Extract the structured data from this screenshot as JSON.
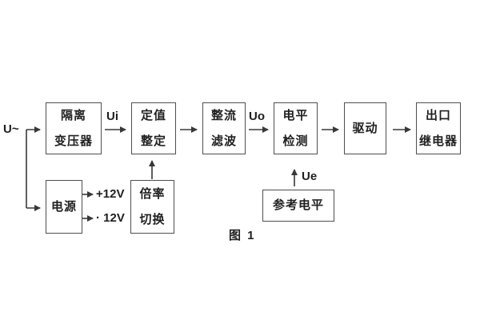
{
  "figure_caption": "图 1",
  "signal_labels": {
    "input": "U~",
    "after_transformer": "Ui",
    "after_filter": "Uo",
    "reference": "Ue",
    "supply_positive": "+12V",
    "supply_negative": "· 12V"
  },
  "blocks": [
    {
      "name": "isolation-transformer",
      "lines": [
        "隔离",
        "变压器"
      ]
    },
    {
      "name": "setting-adjust",
      "lines": [
        "定值",
        "整定"
      ]
    },
    {
      "name": "rectifier-filter",
      "lines": [
        "整流",
        "滤波"
      ]
    },
    {
      "name": "level-detect",
      "lines": [
        "电平",
        "检测"
      ]
    },
    {
      "name": "driver",
      "lines": [
        "驱动"
      ]
    },
    {
      "name": "output-relay",
      "lines": [
        "出口",
        "继电器"
      ]
    },
    {
      "name": "power-supply",
      "lines": [
        "电源"
      ]
    },
    {
      "name": "ratio-switch",
      "lines": [
        "倍率",
        "切换"
      ]
    },
    {
      "name": "reference-level",
      "lines": [
        "参考电平"
      ]
    }
  ],
  "colors": {
    "background": "#ffffff",
    "box_border": "#4f4f4f",
    "text": "#1f1f1f",
    "line": "#383838"
  }
}
